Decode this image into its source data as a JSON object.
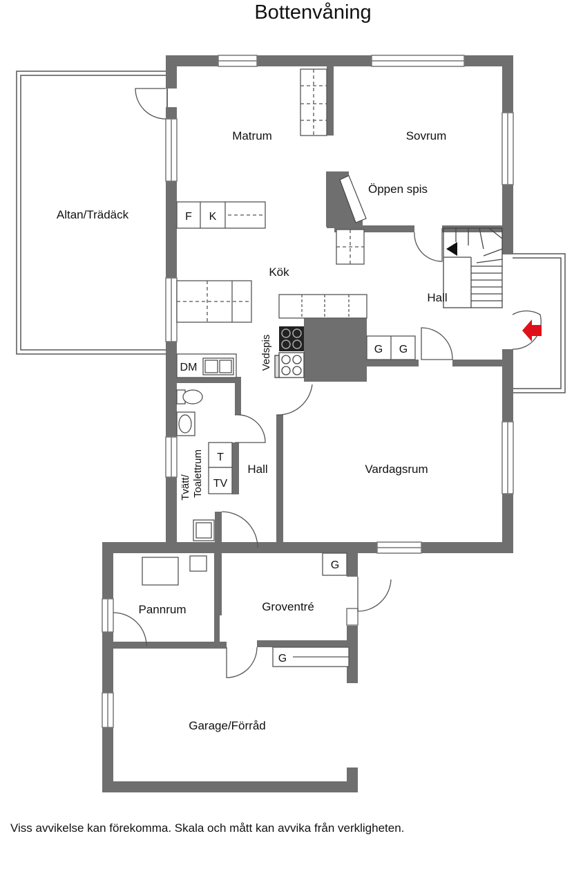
{
  "title": "Bottenvåning",
  "disclaimer": "Viss avvikelse kan förekomma. Skala och mått kan avvika från verkligheten.",
  "rooms": {
    "matrum": "Matrum",
    "sovrum": "Sovrum",
    "oppen_spis": "Öppen spis",
    "altan": "Altan/Trädäck",
    "kok": "Kök",
    "hall_upper": "Hall",
    "vedspis": "Vedspis",
    "vardagsrum": "Vardagsrum",
    "tvatt_line1": "Tvätt/",
    "tvatt_line2": "Toalettrum",
    "hall_lower": "Hall",
    "pannrum": "Pannrum",
    "groventre": "Groventré",
    "garage": "Garage/Förråd"
  },
  "fixtures": {
    "fridge": "F",
    "freezer": "K",
    "dishwasher": "DM",
    "closet_1": "G",
    "closet_2": "G",
    "dryer": "T",
    "washer": "TV",
    "closet_groventre": "G",
    "closet_garage": "G"
  },
  "colors": {
    "wall": "#6f6f6f",
    "window": "#dcdcdc",
    "fixture_line": "#555555",
    "emergency_exit": "#e0101a"
  }
}
